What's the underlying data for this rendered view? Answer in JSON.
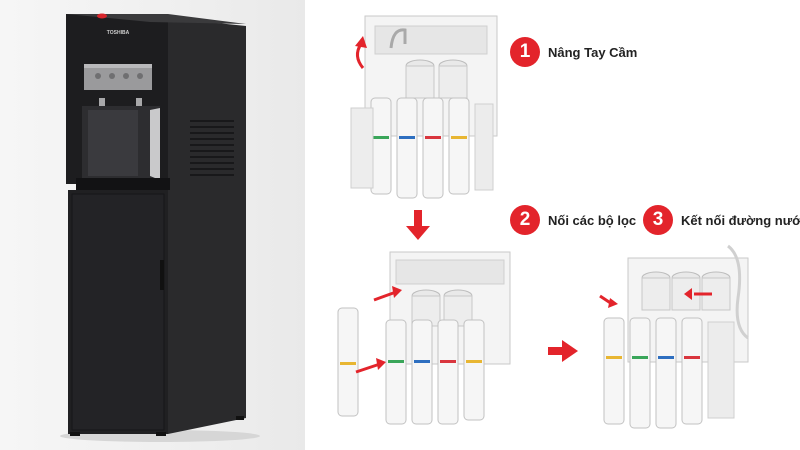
{
  "product": {
    "brand_logo_text": "TOSHIBA"
  },
  "steps": [
    {
      "number": "1",
      "label": "Nâng Tay Cầm"
    },
    {
      "number": "2",
      "label": "Nối các bộ lọc"
    },
    {
      "number": "3",
      "label": "Kết nối đường nước"
    }
  ],
  "colors": {
    "accent": "#e3242b",
    "cabinet": "#1c1c1e",
    "filter_body": "#f2f2f2",
    "filter_bands": [
      "#3aa65a",
      "#2e6fc0",
      "#d9363e",
      "#e8b632"
    ]
  }
}
